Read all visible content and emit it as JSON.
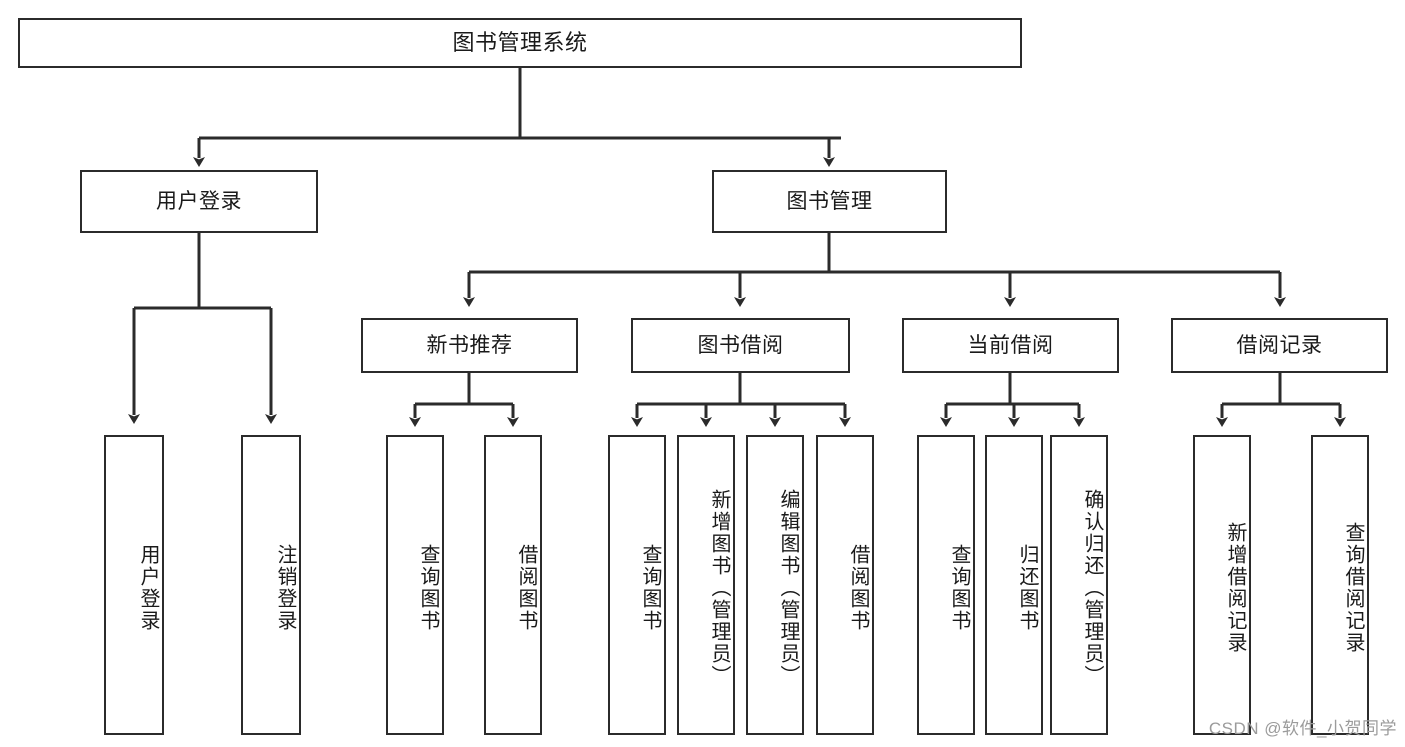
{
  "diagram": {
    "title": "图书管理系统",
    "type": "hierarchy-tree",
    "watermark": "CSDN @软件_小贺同学",
    "colors": {
      "stroke": "#2b2b2b",
      "fill": "#ffffff",
      "text": "#1a1a1a",
      "watermark": "#9b9b9b"
    },
    "nodes": {
      "root": {
        "label": "图书管理系统"
      },
      "level2": [
        {
          "id": "user-login",
          "label": "用户登录"
        },
        {
          "id": "book-manage",
          "label": "图书管理"
        }
      ],
      "level3": [
        {
          "id": "new-book-recommend",
          "label": "新书推荐"
        },
        {
          "id": "book-borrow",
          "label": "图书借阅"
        },
        {
          "id": "current-borrow",
          "label": "当前借阅"
        },
        {
          "id": "borrow-record",
          "label": "借阅记录"
        }
      ],
      "leaves": {
        "user-login": [
          {
            "id": "leaf-user-login",
            "label": "用户登录"
          },
          {
            "id": "leaf-logout-login",
            "label": "注销登录"
          }
        ],
        "new-book-recommend": [
          {
            "id": "leaf-query-book-1",
            "label": "查询图书"
          },
          {
            "id": "leaf-borrow-book-1",
            "label": "借阅图书"
          }
        ],
        "book-borrow": [
          {
            "id": "leaf-query-book-2",
            "label": "查询图书"
          },
          {
            "id": "leaf-add-book",
            "label": "新增图书（管理员）"
          },
          {
            "id": "leaf-edit-book",
            "label": "编辑图书（管理员）"
          },
          {
            "id": "leaf-borrow-book-2",
            "label": "借阅图书"
          }
        ],
        "current-borrow": [
          {
            "id": "leaf-query-book-3",
            "label": "查询图书"
          },
          {
            "id": "leaf-return-book",
            "label": "归还图书"
          },
          {
            "id": "leaf-confirm-return",
            "label": "确认归还（管理员）"
          }
        ],
        "borrow-record": [
          {
            "id": "leaf-add-record",
            "label": "新增借阅记录"
          },
          {
            "id": "leaf-query-record",
            "label": "查询借阅记录"
          }
        ]
      }
    }
  }
}
